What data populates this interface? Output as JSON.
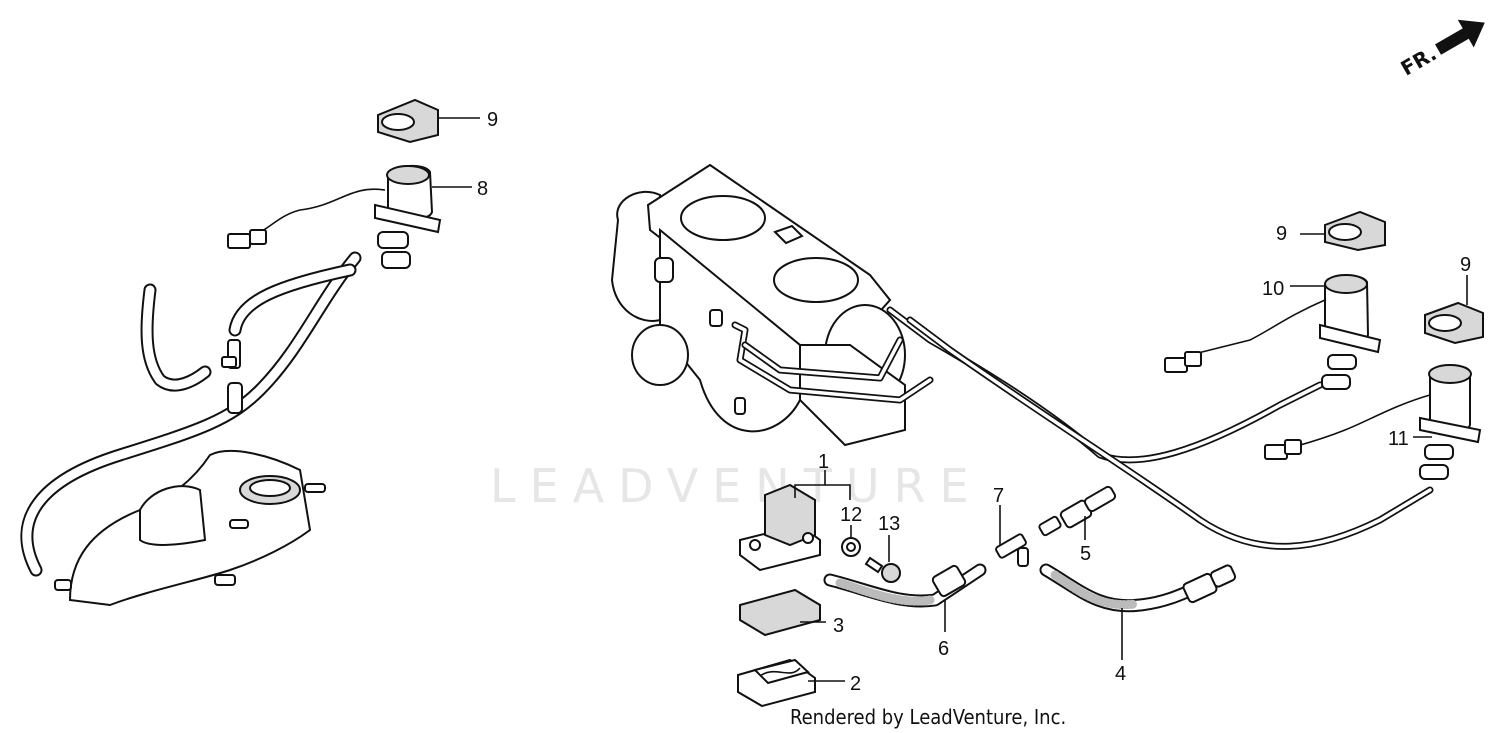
{
  "watermark": "LEADVENTURE",
  "credit": "Rendered by LeadVenture, Inc.",
  "direction_marker": "FR.",
  "callouts": {
    "c1": "1",
    "c2": "2",
    "c3": "3",
    "c4": "4",
    "c5": "5",
    "c6": "6",
    "c7": "7",
    "c8": "8",
    "c9a": "9",
    "c9b": "9",
    "c9c": "9",
    "c10": "10",
    "c11": "11",
    "c12": "12",
    "c13": "13"
  }
}
